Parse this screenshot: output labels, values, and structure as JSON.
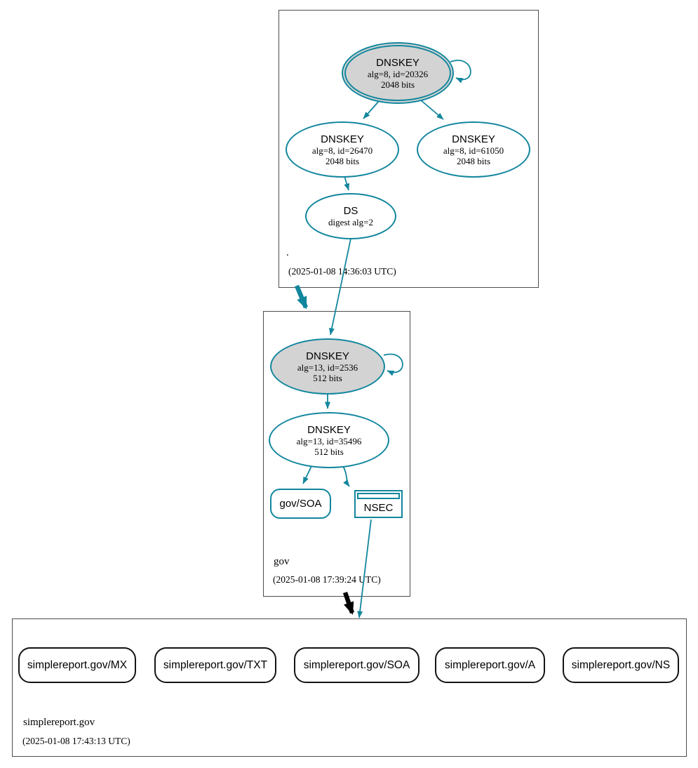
{
  "colors": {
    "secure_teal": "#11869d",
    "insecure_black": "#000000",
    "ksk_fill": "#d3d3d3"
  },
  "zones": [
    {
      "name": ".",
      "timestamp": "(2025-01-08 14:36:03 UTC)",
      "ksk": {
        "title": "DNSKEY",
        "alg": "alg=8, id=20326",
        "bits": "2048 bits"
      },
      "zsk_left": {
        "title": "DNSKEY",
        "alg": "alg=8, id=26470",
        "bits": "2048 bits"
      },
      "zsk_right": {
        "title": "DNSKEY",
        "alg": "alg=8, id=61050",
        "bits": "2048 bits"
      },
      "ds": {
        "title": "DS",
        "detail": "digest alg=2"
      }
    },
    {
      "name": "gov",
      "timestamp": "(2025-01-08 17:39:24 UTC)",
      "ksk": {
        "title": "DNSKEY",
        "alg": "alg=13, id=2536",
        "bits": "512 bits"
      },
      "zsk": {
        "title": "DNSKEY",
        "alg": "alg=13, id=35496",
        "bits": "512 bits"
      },
      "soa_label": "gov/SOA",
      "nsec_label": "NSEC"
    },
    {
      "name": "simplereport.gov",
      "timestamp": "(2025-01-08 17:43:13 UTC)",
      "rrsets": [
        {
          "label": "simplereport.gov/MX"
        },
        {
          "label": "simplereport.gov/TXT"
        },
        {
          "label": "simplereport.gov/SOA"
        },
        {
          "label": "simplereport.gov/A"
        },
        {
          "label": "simplereport.gov/NS"
        }
      ]
    }
  ]
}
